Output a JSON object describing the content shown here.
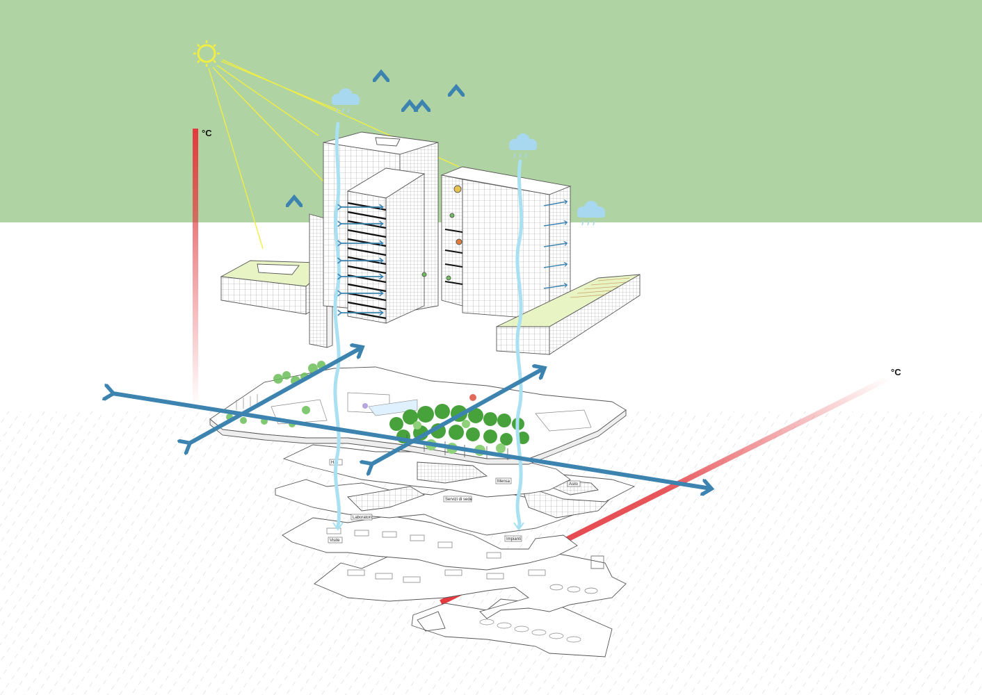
{
  "temperature_labels": {
    "left": "°C",
    "right": "°C"
  },
  "floor_labels": {
    "upper_left": "Hall",
    "middle": "Mensa",
    "right": "Asilo",
    "services": "Servizi di sede",
    "labs": "Laboratori",
    "lower_left": "Visite",
    "plant": "Impianti"
  },
  "colors": {
    "sky": "#b0d3a3",
    "airflow_arrow": "#3d83b0",
    "water_stream": "#a9e1f3",
    "temperature_bar": "#e33a3f",
    "sun_rays": "#f1ee43",
    "cloud": "#a8d8f0",
    "ground_hatch": "#cfcfcf",
    "greenery": "#6cbf5a"
  },
  "icons": [
    "sun-icon",
    "rain-cloud-icon"
  ]
}
